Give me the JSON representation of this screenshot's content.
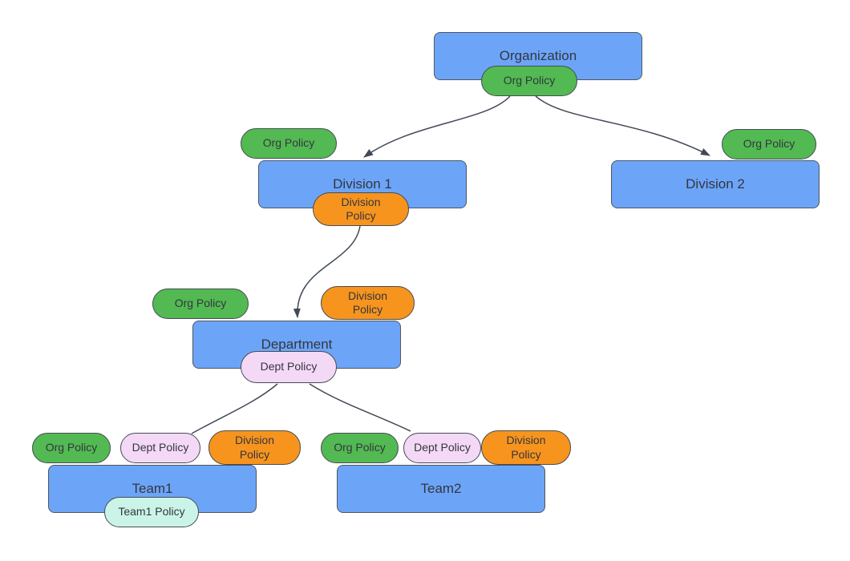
{
  "diagram": {
    "type": "org-policy-hierarchy",
    "nodes": {
      "organization": {
        "label": "Organization"
      },
      "division1": {
        "label": "Division 1"
      },
      "division2": {
        "label": "Division 2"
      },
      "department": {
        "label": "Department"
      },
      "team1": {
        "label": "Team1"
      },
      "team2": {
        "label": "Team2"
      }
    },
    "badges": {
      "organization_bottom": {
        "label": "Org Policy",
        "color": "#53b953"
      },
      "division1_top_left": {
        "label": "Org Policy",
        "color": "#53b953"
      },
      "division1_bottom": {
        "label": "Division Policy",
        "color": "#f7941e"
      },
      "division2_top_right": {
        "label": "Org Policy",
        "color": "#53b953"
      },
      "department_top_left": {
        "label": "Org Policy",
        "color": "#53b953"
      },
      "department_top_right": {
        "label": "Division Policy",
        "color": "#f7941e"
      },
      "department_bottom": {
        "label": "Dept Policy",
        "color": "#f4d9f7"
      },
      "team1_top_org": {
        "label": "Org Policy",
        "color": "#53b953"
      },
      "team1_top_dept": {
        "label": "Dept Policy",
        "color": "#f4d9f7"
      },
      "team1_top_division": {
        "label": "Division Policy",
        "color": "#f7941e"
      },
      "team1_bottom": {
        "label": "Team1 Policy",
        "color": "#cbf4e8"
      },
      "team2_top_org": {
        "label": "Org Policy",
        "color": "#53b953"
      },
      "team2_top_dept": {
        "label": "Dept Policy",
        "color": "#f4d9f7"
      },
      "team2_top_division": {
        "label": "Division Policy",
        "color": "#f7941e"
      }
    },
    "edges": [
      {
        "from": "organization",
        "to": "division1",
        "arrow": true
      },
      {
        "from": "organization",
        "to": "division2",
        "arrow": true
      },
      {
        "from": "division1",
        "to": "department",
        "arrow": true
      },
      {
        "from": "department",
        "to": "team1",
        "arrow": false
      },
      {
        "from": "department",
        "to": "team2",
        "arrow": false
      }
    ],
    "colors": {
      "node_fill": "#6ca5f8",
      "org_policy_fill": "#53b953",
      "division_policy_fill": "#f7941e",
      "dept_policy_fill": "#f4d9f7",
      "team_policy_fill": "#cbf4e8",
      "shape_border": "#464c55",
      "edge_stroke": "#424a57",
      "text": "#33363e",
      "background": "#ffffff"
    }
  }
}
